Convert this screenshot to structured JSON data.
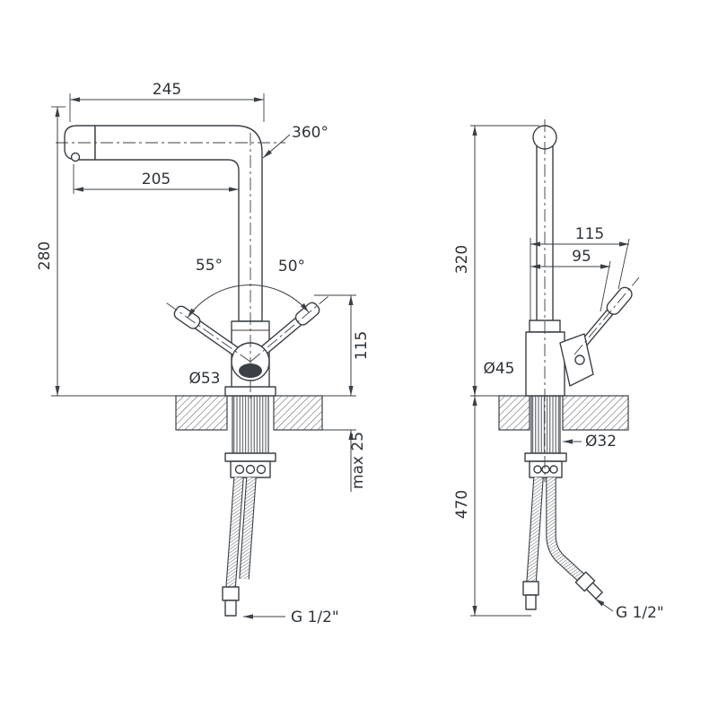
{
  "drawing": {
    "kind": "kitchen faucet two-view installation dimension drawing",
    "line_color": "#3b4046",
    "text_color": "#2e3338",
    "background": "#ffffff",
    "views": {
      "front": {
        "reach_total": "245",
        "reach_spout": "205",
        "height_spout": "280",
        "swivel": "360°",
        "handle_angle_left": "55°",
        "handle_angle_right": "50°",
        "base_diameter": "Ø53",
        "body_height": "115",
        "deck_max": "max 25",
        "thread": "G 1/2\""
      },
      "side": {
        "height_total": "320",
        "handle_reach_total": "115",
        "handle_reach": "95",
        "body_diameter": "Ø45",
        "hole_diameter": "Ø32",
        "hose_length": "470",
        "thread": "G 1/2\""
      }
    }
  }
}
